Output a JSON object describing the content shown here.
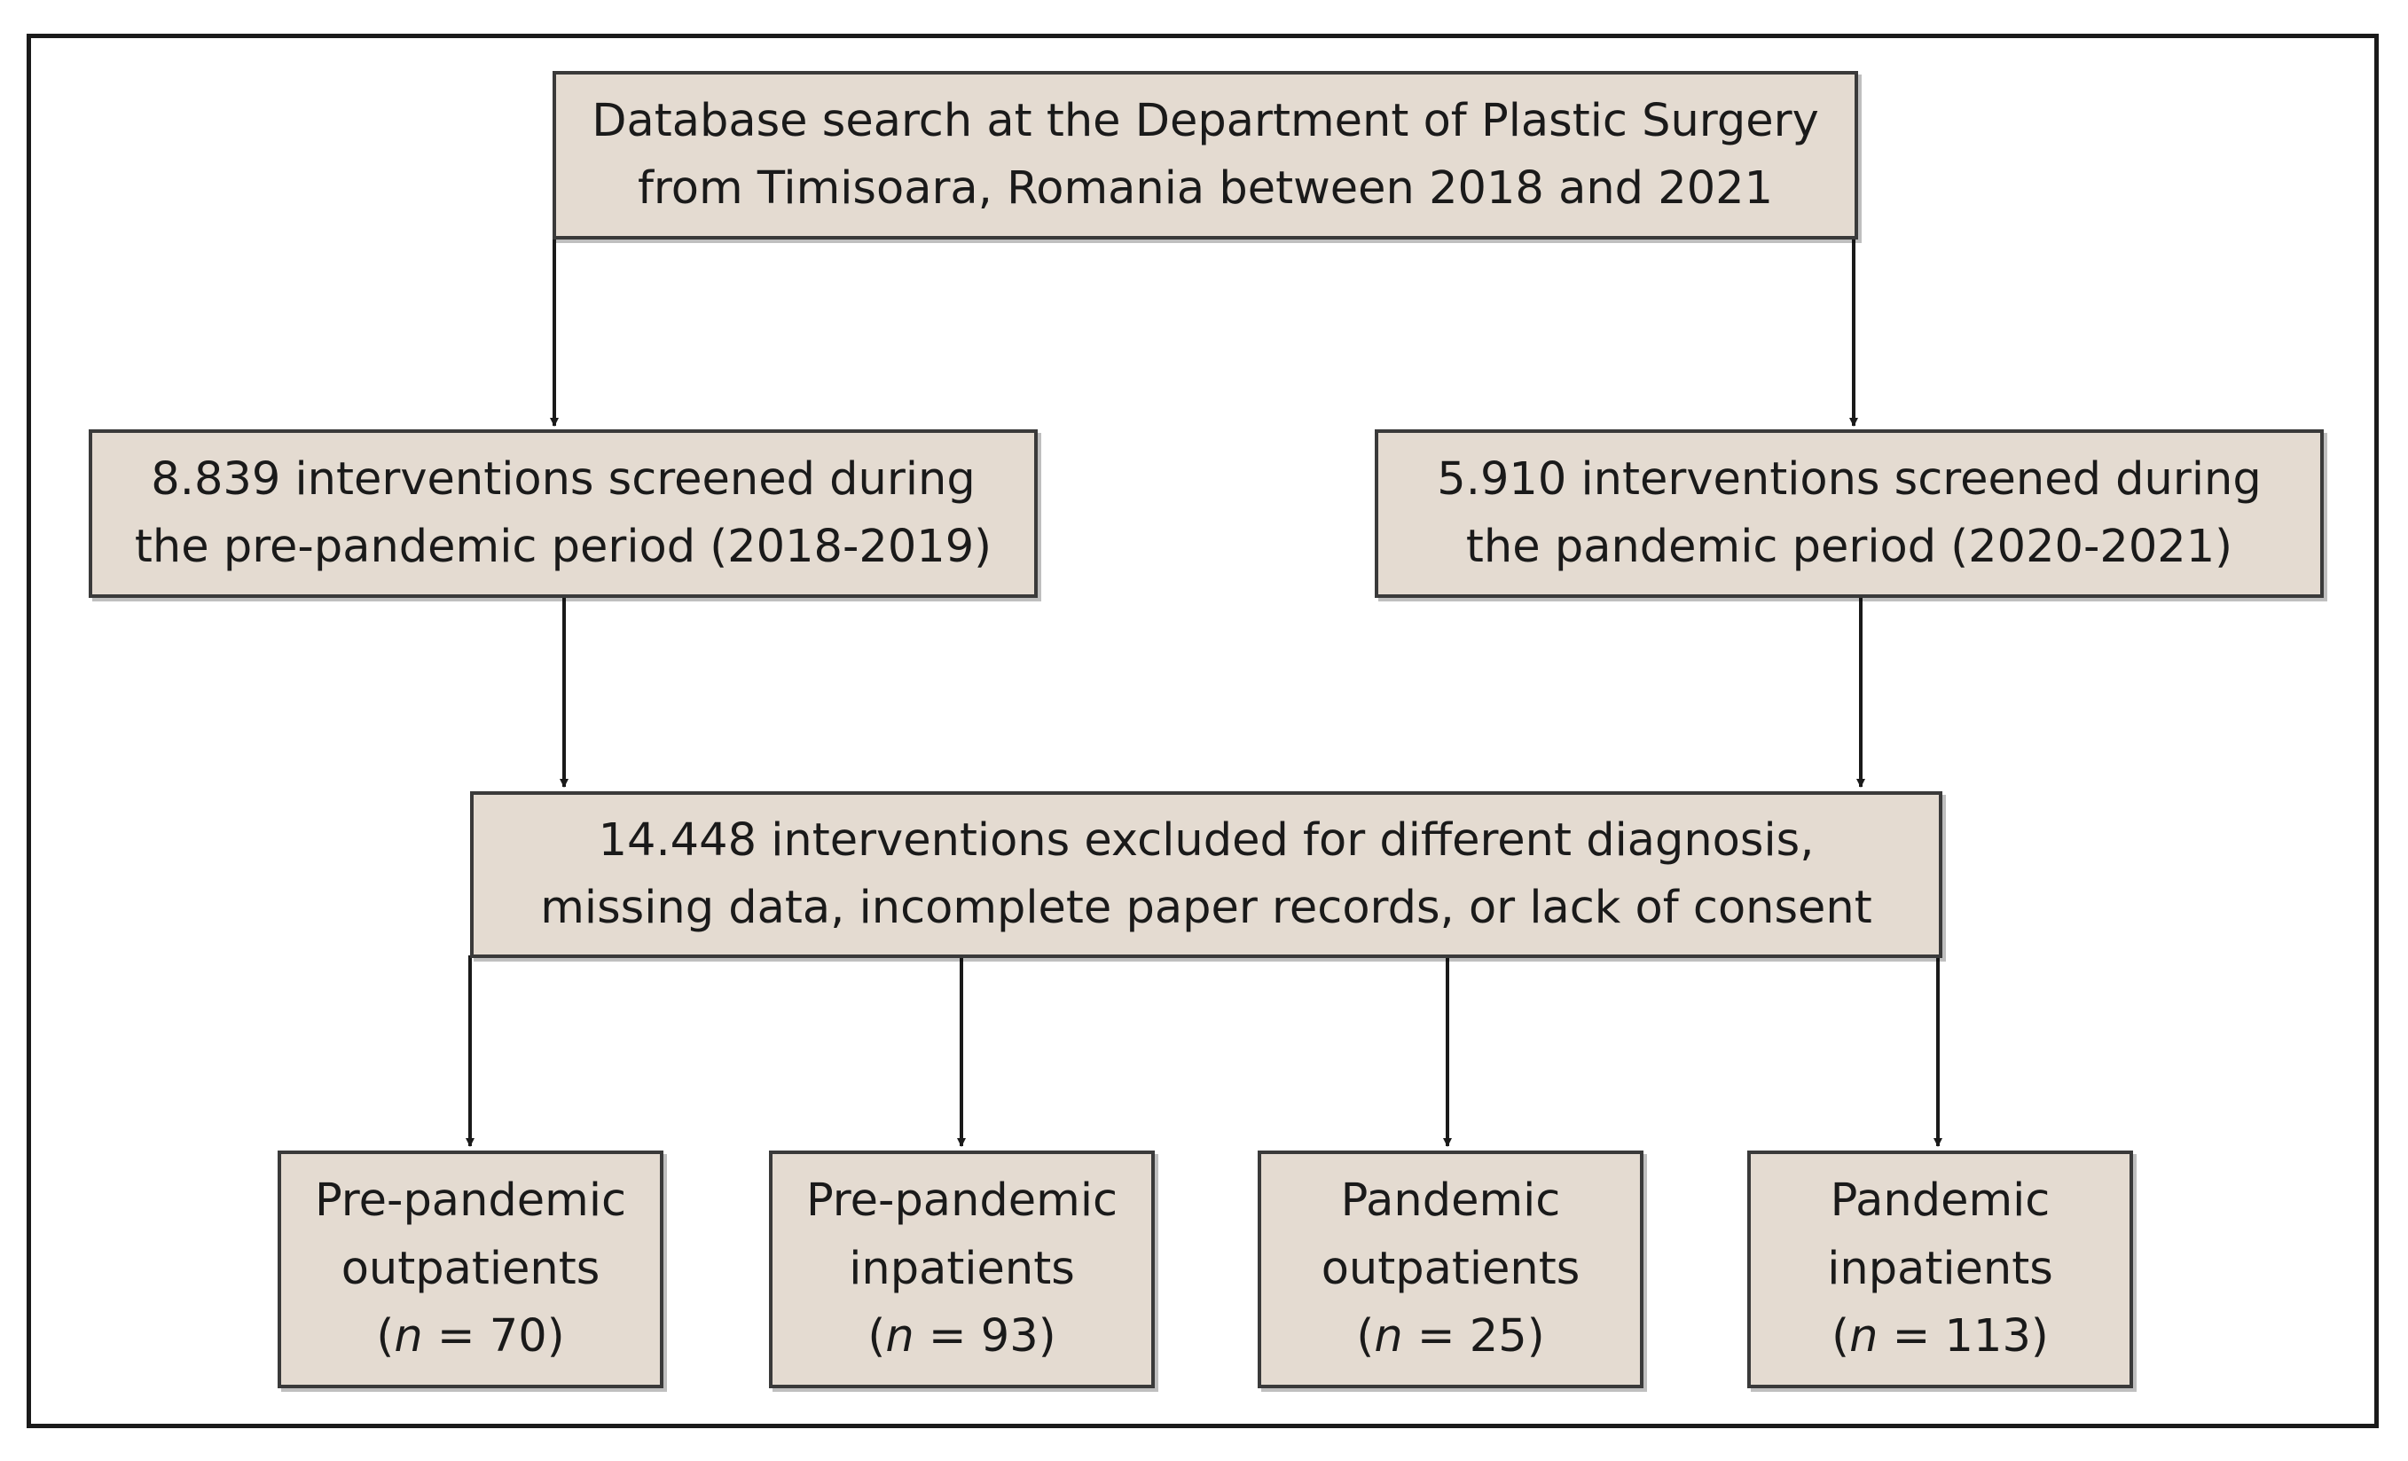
{
  "top_box": {
    "line1": "Database search at the Department of Plastic Surgery",
    "line2": "from Timisoara, Romania between 2018 and 2021"
  },
  "pre_box": {
    "line1": "8.839 interventions screened during",
    "line2": "the pre-pandemic period (2018-2019)"
  },
  "pan_box": {
    "line1": "5.910 interventions screened during",
    "line2": "the pandemic period (2020-2021)"
  },
  "excl_box": {
    "line1": "14.448 interventions excluded for different diagnosis,",
    "line2": "missing data, incomplete paper records, or lack of consent"
  },
  "groups": [
    {
      "line1": "Pre-pandemic",
      "line2": "outpatients",
      "n_prefix": "(",
      "n_var": "n",
      "n_suffix": " = 70)"
    },
    {
      "line1": "Pre-pandemic",
      "line2": "inpatients",
      "n_prefix": "(",
      "n_var": "n",
      "n_suffix": " = 93)"
    },
    {
      "line1": "Pandemic",
      "line2": "outpatients",
      "n_prefix": "(",
      "n_var": "n",
      "n_suffix": " = 25)"
    },
    {
      "line1": "Pandemic",
      "line2": "inpatients",
      "n_prefix": "(",
      "n_var": "n",
      "n_suffix": " = 113)"
    }
  ],
  "colors": {
    "box_fill": "#e4dbd1",
    "box_border": "#3a3a3a",
    "arrow": "#1a1a1a"
  }
}
